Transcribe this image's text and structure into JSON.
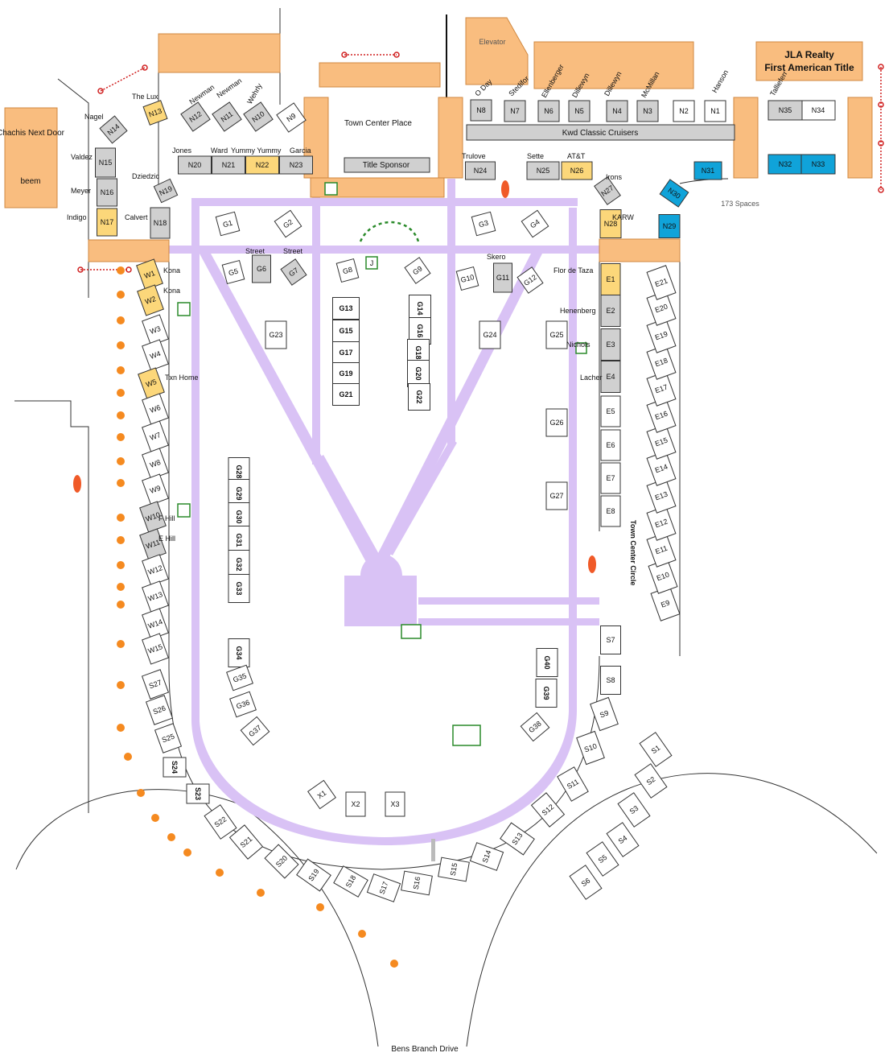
{
  "buildings": {
    "chachis": "Chachis Next Door",
    "beem": "beem",
    "elevator": "Elevator",
    "jla_line1": "JLA Realty",
    "jla_line2": "First American Title",
    "town_center_place": "Town Center Place",
    "title_sponsor": "Title Sponsor",
    "kwd": "Kwd Classic Cruisers",
    "spaces": "173 Spaces",
    "bens_branch": "Bens Branch Drive",
    "town_center_circle": "Town Center Circle"
  },
  "vendors": {
    "the_lux": "The Lux",
    "nagel": "Nagel",
    "valdez": "Valdez",
    "meyer": "Meyer",
    "indigo": "Indigo",
    "dziedzic": "Dziedzic",
    "calvert": "Calvert",
    "jones": "Jones",
    "ward": "Ward",
    "yummy": "Yummy Yummy",
    "garcia": "Garcia",
    "newman1": "Newman",
    "newman2": "Newman",
    "wehrly": "Wehrly",
    "oday": "O Day",
    "stedifor": "Stedifor",
    "ellenberger": "Ellenberger",
    "dillewyn1": "Dillewyn",
    "dillewyn2": "Dillewyn",
    "mcmillan": "McMillan",
    "hanson": "Hanson",
    "tallieferr": "Tallieferr",
    "trulove": "Trulove",
    "sette": "Sette",
    "att": "AT&T",
    "irons": "Irons",
    "karw": "KARW",
    "kona1": "Kona",
    "kona2": "Kona",
    "street1": "Street",
    "street2": "Street",
    "skero": "Skero",
    "flor": "Flor de Taza",
    "henenberg": "Henenberg",
    "nichols": "Nichols",
    "lacher": "Lacher",
    "txn_home": "Txn Home",
    "f_hill": "F Hill",
    "e_hill": "E Hill",
    "j": "J"
  },
  "colors": {
    "path": "#d9c2f5",
    "building": "#f9bd7f",
    "gray": "#d0d0d0",
    "yellow": "#fcd77a",
    "blue": "#10a3d9",
    "white": "#ffffff",
    "dot": "#f58a20",
    "hydrant": "#f05a28",
    "green": "#2a8a2a",
    "red": "#d02020"
  },
  "booths": [
    {
      "id": "N1",
      "c": "white"
    },
    {
      "id": "N2",
      "c": "white"
    },
    {
      "id": "N3",
      "c": "gray"
    },
    {
      "id": "N4",
      "c": "gray"
    },
    {
      "id": "N5",
      "c": "gray"
    },
    {
      "id": "N6",
      "c": "gray"
    },
    {
      "id": "N7",
      "c": "gray"
    },
    {
      "id": "N8",
      "c": "gray"
    },
    {
      "id": "N9",
      "c": "white"
    },
    {
      "id": "N10",
      "c": "gray"
    },
    {
      "id": "N11",
      "c": "gray"
    },
    {
      "id": "N12",
      "c": "gray"
    },
    {
      "id": "N13",
      "c": "yellow"
    },
    {
      "id": "N14",
      "c": "gray"
    },
    {
      "id": "N15",
      "c": "gray"
    },
    {
      "id": "N16",
      "c": "gray"
    },
    {
      "id": "N17",
      "c": "yellow"
    },
    {
      "id": "N18",
      "c": "gray"
    },
    {
      "id": "N19",
      "c": "gray"
    },
    {
      "id": "N20",
      "c": "gray"
    },
    {
      "id": "N21",
      "c": "gray"
    },
    {
      "id": "N22",
      "c": "yellow"
    },
    {
      "id": "N23",
      "c": "gray"
    },
    {
      "id": "N24",
      "c": "gray"
    },
    {
      "id": "N25",
      "c": "gray"
    },
    {
      "id": "N26",
      "c": "yellow"
    },
    {
      "id": "N27",
      "c": "gray"
    },
    {
      "id": "N28",
      "c": "yellow"
    },
    {
      "id": "N29",
      "c": "blue"
    },
    {
      "id": "N30",
      "c": "blue"
    },
    {
      "id": "N31",
      "c": "blue"
    },
    {
      "id": "N32",
      "c": "blue"
    },
    {
      "id": "N33",
      "c": "blue"
    },
    {
      "id": "N34",
      "c": "white"
    },
    {
      "id": "N35",
      "c": "gray"
    },
    {
      "id": "G1",
      "c": "white"
    },
    {
      "id": "G2",
      "c": "white"
    },
    {
      "id": "G3",
      "c": "white"
    },
    {
      "id": "G4",
      "c": "white"
    },
    {
      "id": "G5",
      "c": "white"
    },
    {
      "id": "G6",
      "c": "gray"
    },
    {
      "id": "G7",
      "c": "gray"
    },
    {
      "id": "G8",
      "c": "white"
    },
    {
      "id": "G9",
      "c": "white"
    },
    {
      "id": "G10",
      "c": "white"
    },
    {
      "id": "G11",
      "c": "gray"
    },
    {
      "id": "G12",
      "c": "white"
    },
    {
      "id": "G13",
      "c": "white"
    },
    {
      "id": "G14",
      "c": "white"
    },
    {
      "id": "G15",
      "c": "white"
    },
    {
      "id": "G16",
      "c": "white"
    },
    {
      "id": "G17",
      "c": "white"
    },
    {
      "id": "G18",
      "c": "white"
    },
    {
      "id": "G19",
      "c": "white"
    },
    {
      "id": "G20",
      "c": "white"
    },
    {
      "id": "G21",
      "c": "white"
    },
    {
      "id": "G22",
      "c": "white"
    },
    {
      "id": "G23",
      "c": "white"
    },
    {
      "id": "G24",
      "c": "white"
    },
    {
      "id": "G25",
      "c": "white"
    },
    {
      "id": "G26",
      "c": "white"
    },
    {
      "id": "G27",
      "c": "white"
    },
    {
      "id": "G28",
      "c": "white"
    },
    {
      "id": "G29",
      "c": "white"
    },
    {
      "id": "G30",
      "c": "white"
    },
    {
      "id": "G31",
      "c": "white"
    },
    {
      "id": "G32",
      "c": "white"
    },
    {
      "id": "G33",
      "c": "white"
    },
    {
      "id": "G34",
      "c": "white"
    },
    {
      "id": "G35",
      "c": "white"
    },
    {
      "id": "G36",
      "c": "white"
    },
    {
      "id": "G37",
      "c": "white"
    },
    {
      "id": "G38",
      "c": "white"
    },
    {
      "id": "G39",
      "c": "white"
    },
    {
      "id": "G40",
      "c": "white"
    },
    {
      "id": "E1",
      "c": "yellow"
    },
    {
      "id": "E2",
      "c": "gray"
    },
    {
      "id": "E3",
      "c": "gray"
    },
    {
      "id": "E4",
      "c": "gray"
    },
    {
      "id": "E5",
      "c": "white"
    },
    {
      "id": "E6",
      "c": "white"
    },
    {
      "id": "E7",
      "c": "white"
    },
    {
      "id": "E8",
      "c": "white"
    },
    {
      "id": "E9",
      "c": "white"
    },
    {
      "id": "E10",
      "c": "white"
    },
    {
      "id": "E11",
      "c": "white"
    },
    {
      "id": "E12",
      "c": "white"
    },
    {
      "id": "E13",
      "c": "white"
    },
    {
      "id": "E14",
      "c": "white"
    },
    {
      "id": "E15",
      "c": "white"
    },
    {
      "id": "E16",
      "c": "white"
    },
    {
      "id": "E17",
      "c": "white"
    },
    {
      "id": "E18",
      "c": "white"
    },
    {
      "id": "E19",
      "c": "white"
    },
    {
      "id": "E20",
      "c": "white"
    },
    {
      "id": "E21",
      "c": "white"
    },
    {
      "id": "W1",
      "c": "yellow"
    },
    {
      "id": "W2",
      "c": "yellow"
    },
    {
      "id": "W3",
      "c": "white"
    },
    {
      "id": "W4",
      "c": "white"
    },
    {
      "id": "W5",
      "c": "yellow"
    },
    {
      "id": "W6",
      "c": "white"
    },
    {
      "id": "W7",
      "c": "white"
    },
    {
      "id": "W8",
      "c": "white"
    },
    {
      "id": "W9",
      "c": "white"
    },
    {
      "id": "W10",
      "c": "gray"
    },
    {
      "id": "W11",
      "c": "gray"
    },
    {
      "id": "W12",
      "c": "white"
    },
    {
      "id": "W13",
      "c": "white"
    },
    {
      "id": "W14",
      "c": "white"
    },
    {
      "id": "W15",
      "c": "white"
    },
    {
      "id": "S1",
      "c": "white"
    },
    {
      "id": "S2",
      "c": "white"
    },
    {
      "id": "S3",
      "c": "white"
    },
    {
      "id": "S4",
      "c": "white"
    },
    {
      "id": "S5",
      "c": "white"
    },
    {
      "id": "S6",
      "c": "white"
    },
    {
      "id": "S7",
      "c": "white"
    },
    {
      "id": "S8",
      "c": "white"
    },
    {
      "id": "S9",
      "c": "white"
    },
    {
      "id": "S10",
      "c": "white"
    },
    {
      "id": "S11",
      "c": "white"
    },
    {
      "id": "S12",
      "c": "white"
    },
    {
      "id": "S13",
      "c": "white"
    },
    {
      "id": "S14",
      "c": "white"
    },
    {
      "id": "S15",
      "c": "white"
    },
    {
      "id": "S16",
      "c": "white"
    },
    {
      "id": "S17",
      "c": "white"
    },
    {
      "id": "S18",
      "c": "white"
    },
    {
      "id": "S19",
      "c": "white"
    },
    {
      "id": "S20",
      "c": "white"
    },
    {
      "id": "S21",
      "c": "white"
    },
    {
      "id": "S22",
      "c": "white"
    },
    {
      "id": "S23",
      "c": "white"
    },
    {
      "id": "S24",
      "c": "white"
    },
    {
      "id": "S25",
      "c": "white"
    },
    {
      "id": "S26",
      "c": "white"
    },
    {
      "id": "S27",
      "c": "white"
    },
    {
      "id": "X1",
      "c": "white"
    },
    {
      "id": "X2",
      "c": "white"
    },
    {
      "id": "X3",
      "c": "white"
    }
  ]
}
